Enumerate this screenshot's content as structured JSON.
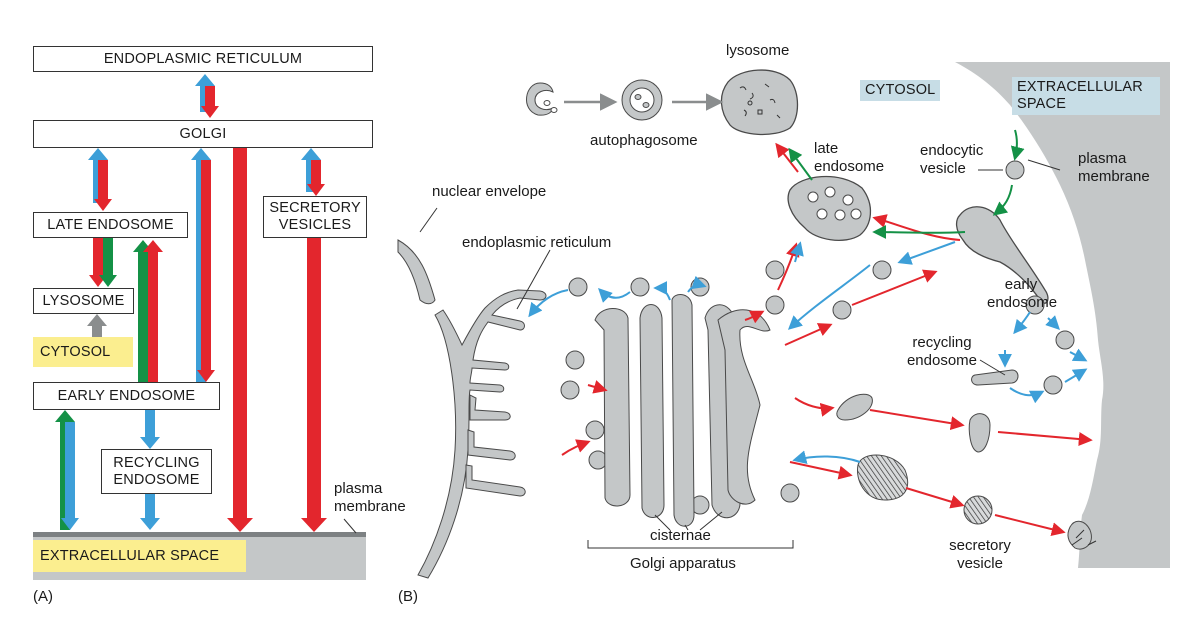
{
  "panel_a": {
    "letter": "(A)",
    "boxes": {
      "er": "ENDOPLASMIC RETICULUM",
      "golgi": "GOLGI",
      "late_endosome": "LATE ENDOSOME",
      "secretory_vesicles": "SECRETORY VESICLES",
      "lysosome": "LYSOSOME",
      "cytosol": "CYTOSOL",
      "early_endosome": "EARLY ENDOSOME",
      "recycling_endosome": "RECYCLING ENDOSOME",
      "extracellular_space": "EXTRACELLULAR SPACE"
    },
    "plasma_membrane_label": "plasma membrane"
  },
  "panel_b": {
    "letter": "(B)",
    "labels": {
      "lysosome": "lysosome",
      "autophagosome": "autophagosome",
      "cytosol": "CYTOSOL",
      "extracellular_space": "EXTRACELLULAR SPACE",
      "late_endosome": "late endosome",
      "endocytic_vesicle": "endocytic vesicle",
      "plasma_membrane": "plasma membrane",
      "nuclear_envelope": "nuclear envelope",
      "endoplasmic_reticulum": "endoplasmic reticulum",
      "early_endosome": "early endosome",
      "recycling_endosome": "recycling endosome",
      "cisternae": "cisternae",
      "golgi_apparatus": "Golgi apparatus",
      "secretory_vesicle": "secretory vesicle"
    }
  },
  "colors": {
    "red": "#e3262d",
    "blue": "#3d9fd8",
    "green": "#149146",
    "gray_arrow": "#8a8d8e",
    "membrane": "#c4c7c8",
    "outline": "#4a4a4a",
    "highlight_yellow": "#fbee8f",
    "label_blue": "#c7dde6"
  }
}
